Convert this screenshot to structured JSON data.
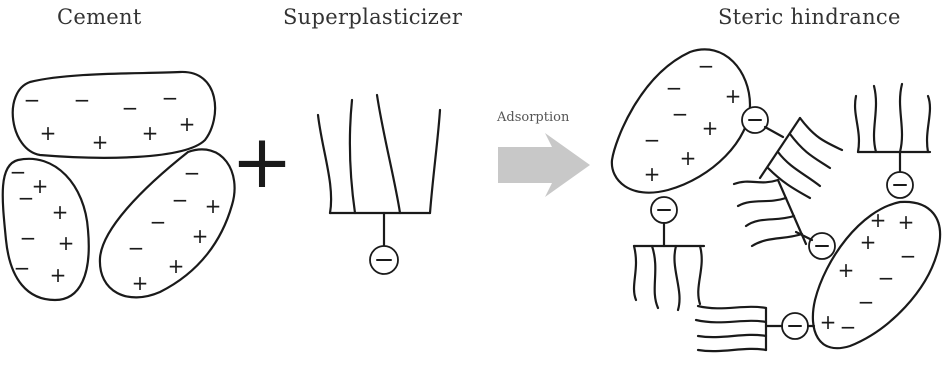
{
  "titles": {
    "cement": "Cement",
    "superplasticizer": "Superplasticizer",
    "steric": "Steric hindrance"
  },
  "arrow_label": "Adsorption",
  "colors": {
    "arrow": "#c8c8c8",
    "ink": "#1a1a1a"
  },
  "charges": {
    "negative": "−",
    "positive": "+"
  },
  "plus_sign": "+"
}
